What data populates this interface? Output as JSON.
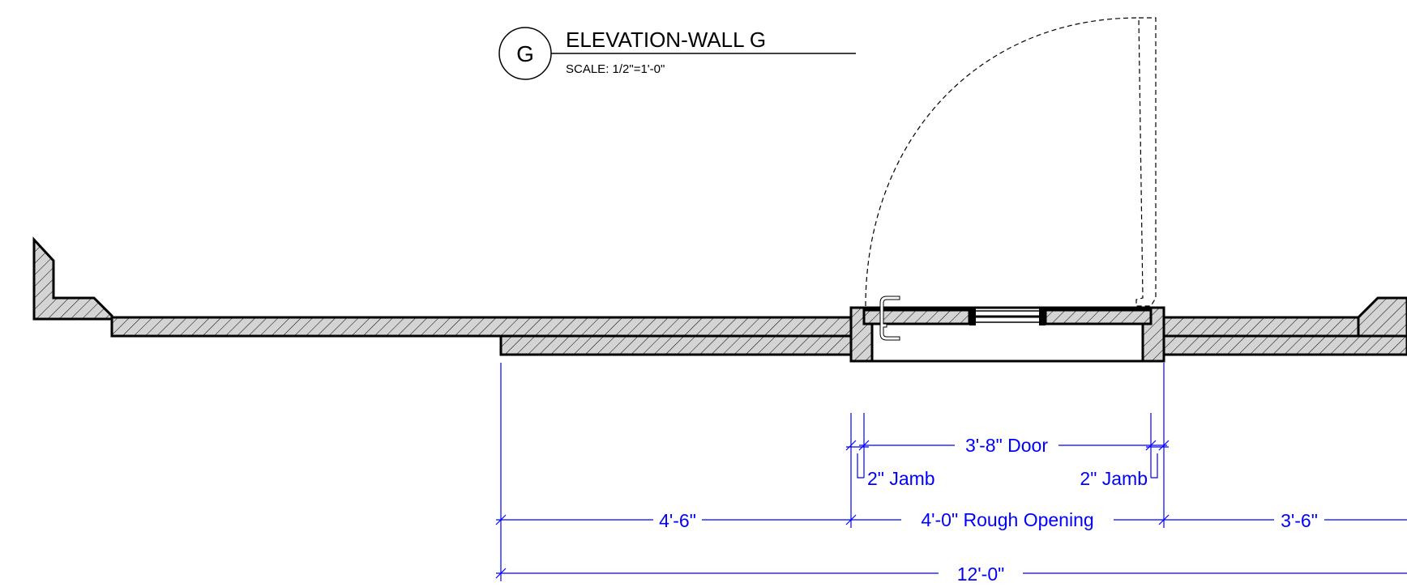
{
  "title_block": {
    "tag": "G",
    "title": "ELEVATION-WALL G",
    "scale": "SCALE: 1/2\"=1'-0\""
  },
  "dimensions": {
    "door": "3'-8\" Door",
    "jamb_left": "2\" Jamb",
    "jamb_right": "2\" Jamb",
    "left_segment": "4'-6\"",
    "rough_opening": "4'-0\" Rough Opening",
    "right_segment": "3'-6\"",
    "overall": "12'-0\""
  },
  "colors": {
    "dimension": "#0000ff",
    "wall_fill": "#d4d4d4",
    "outline": "#000000"
  }
}
